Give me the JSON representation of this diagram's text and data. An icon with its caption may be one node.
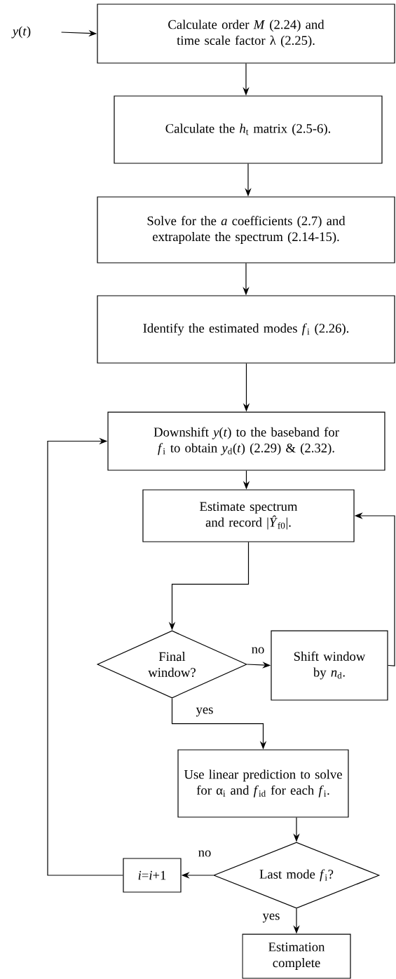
{
  "diagram": {
    "nodes": [
      {
        "text": [
          "*y*(*t*)"
        ]
      },
      {
        "text": [
          "Calculate order *M* (2.24) and time scale factor λ (2.25)."
        ]
      },
      {
        "text": [
          "Calculate the *h*$_{t}$ matrix (2.5-6)."
        ]
      },
      {
        "text": [
          "Solve for the *a* coefficients (2.7) and extrapolate the spectrum (2.14-15)."
        ]
      },
      {
        "text": [
          "Identify the estimated modes *f*$_{i}$ (2.26)."
        ]
      },
      {
        "text": [
          "Downshift *y*(*t*) to the baseband for *f*$_{i}$ to obtain *y*$_{d}$(*t*) (2.29) & (2.32)."
        ]
      },
      {
        "text": [
          "Estimate spectrum and record |*Ŷ*$_{f0}$|."
        ]
      },
      {
        "text": [
          "Final window?"
        ]
      },
      {
        "text": [
          "Shift window by *n*$_{d}$."
        ]
      },
      {
        "text": [
          "Use linear prediction to solve for α$_{i}$ and *f*$_{id}$ for each *f*$_{i}$."
        ]
      },
      {
        "text": [
          "Last mode *f*$_{i}$?"
        ]
      },
      {
        "text": [
          "*i*=*i*+1"
        ]
      },
      {
        "text": [
          "Estimation complete"
        ]
      }
    ],
    "edges": [
      {
        "from": 0,
        "to": 1,
        "arrow": "to"
      },
      {
        "from": 1,
        "to": 2,
        "arrow": "to"
      },
      {
        "from": 2,
        "to": 3,
        "arrow": "to"
      },
      {
        "from": 3,
        "to": 4,
        "arrow": "to"
      },
      {
        "from": 4,
        "to": 5,
        "arrow": "to"
      },
      {
        "from": 5,
        "to": 6,
        "arrow": "to"
      },
      {
        "from": 6,
        "to": 7,
        "arrow": "to"
      },
      {
        "from": 7,
        "to": 8,
        "arrow": "to",
        "label": "no"
      },
      {
        "from": 7,
        "to": 9,
        "arrow": "to",
        "label": "yes"
      },
      {
        "from": 8,
        "to": 6,
        "arrow": "to"
      },
      {
        "from": 9,
        "to": 10,
        "arrow": "to"
      },
      {
        "from": 10,
        "to": 11,
        "arrow": "to",
        "label": "no"
      },
      {
        "from": 11,
        "to": 5,
        "arrow": "to"
      },
      {
        "from": 10,
        "to": 12,
        "arrow": "to",
        "label": "yes"
      }
    ]
  }
}
